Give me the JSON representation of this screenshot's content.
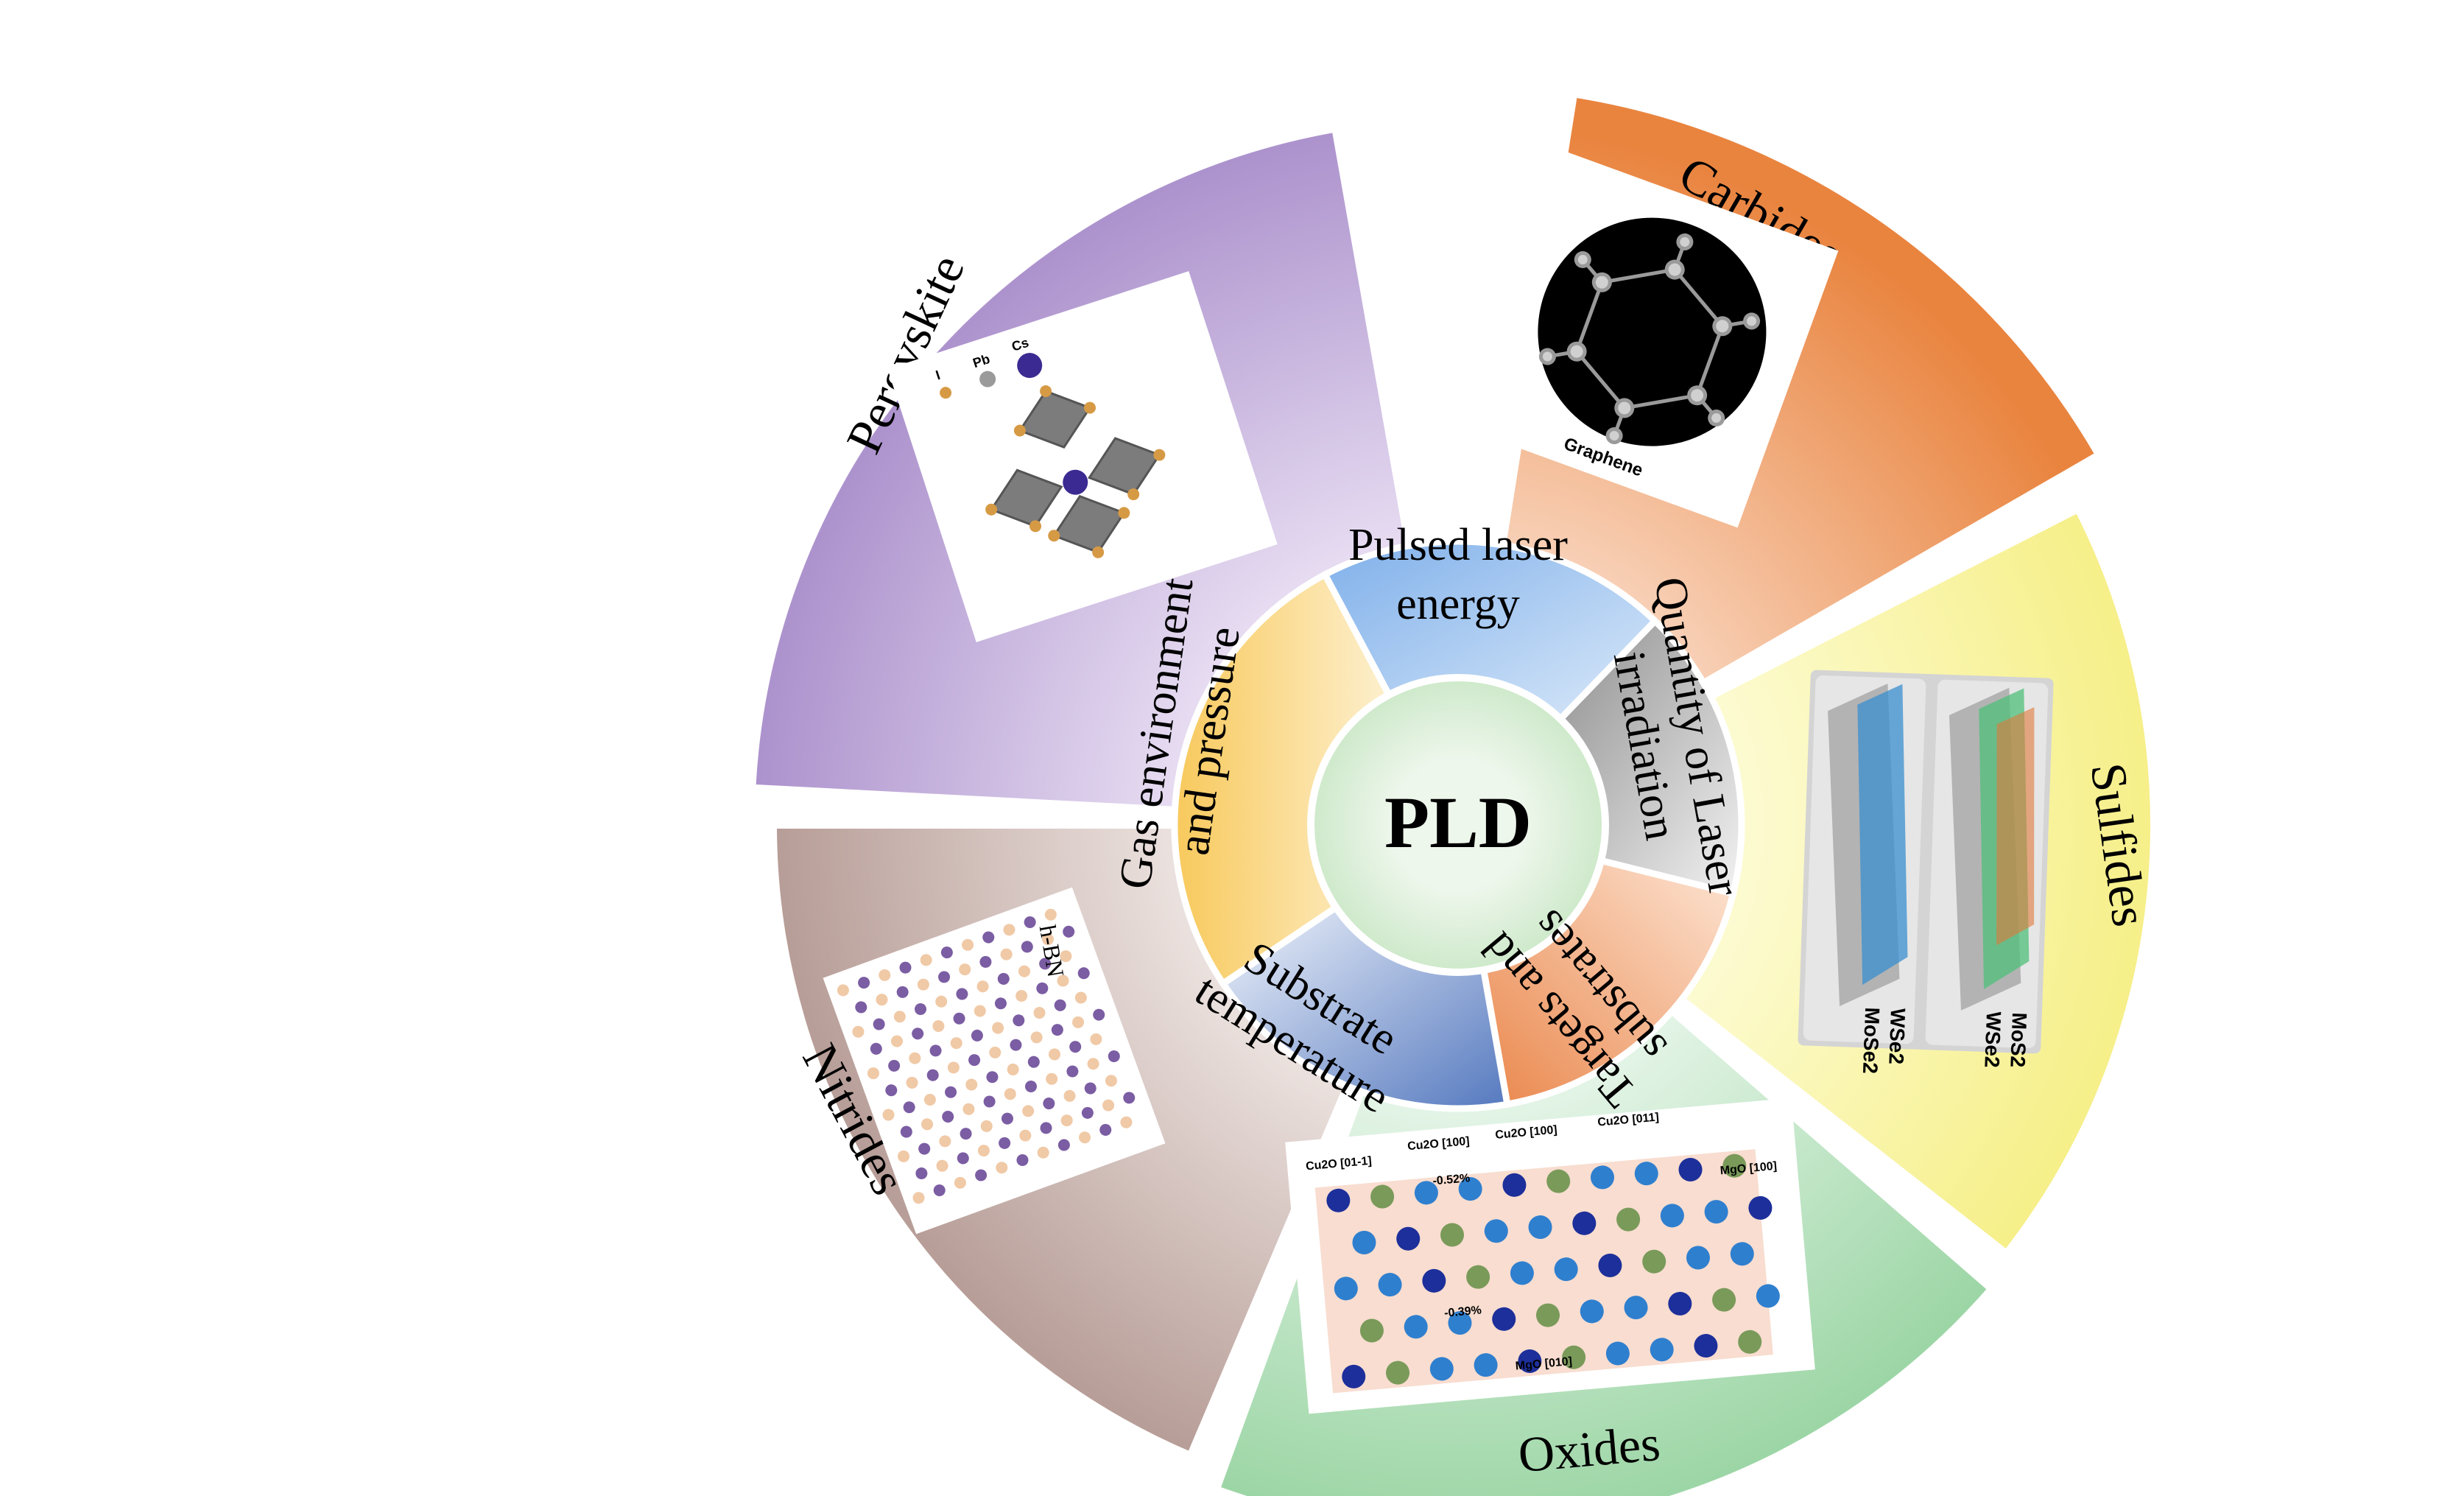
{
  "center": {
    "label": "PLD"
  },
  "inner_ring": [
    {
      "id": "energy",
      "line1": "Pulsed laser",
      "line2": "energy"
    },
    {
      "id": "quantity",
      "line1": "Quantity of Laser",
      "line2": "irradiation"
    },
    {
      "id": "targets",
      "line1": "Targets and",
      "line2": "substrates"
    },
    {
      "id": "substrate",
      "line1": "Substrate",
      "line2": "temperature"
    },
    {
      "id": "gas",
      "line1": "Gas environment",
      "line2": "and pressure"
    }
  ],
  "outer_ring": [
    {
      "id": "carbides",
      "label": "Carbides",
      "image_caption": "Graphene"
    },
    {
      "id": "sulfides",
      "label": "Sulfides",
      "image_captions": [
        "WSe2",
        "MoSe2",
        "MoS2",
        "WSe2"
      ]
    },
    {
      "id": "oxides",
      "label": "Oxides",
      "image_captions": [
        "Cu2O [01-1]",
        "Cu2O [100]",
        "Cu2O [100]",
        "Cu2O [011]",
        "MgO [100]",
        "MgO [010]",
        "-0.52%",
        "-0.39%"
      ]
    },
    {
      "id": "nitrides",
      "label": "Nitrides",
      "image_caption": "h-BN"
    },
    {
      "id": "perovskite",
      "label": "Perovskite",
      "image_captions": [
        "I",
        "Pb",
        "Cs"
      ]
    }
  ],
  "colors": {
    "carbides": "#ec8a4c",
    "sulfides": "#f7f29a",
    "oxides": "#a8dcb0",
    "nitrides": "#c3aaa5",
    "perovskite": "#b8a0d4",
    "energy": "#9dc4ee",
    "quantity": "#a9a9a9",
    "targets": "#ef9f71",
    "substrate": "#6f8dca",
    "gas": "#f8d27a",
    "center": "#d5ecd3"
  }
}
